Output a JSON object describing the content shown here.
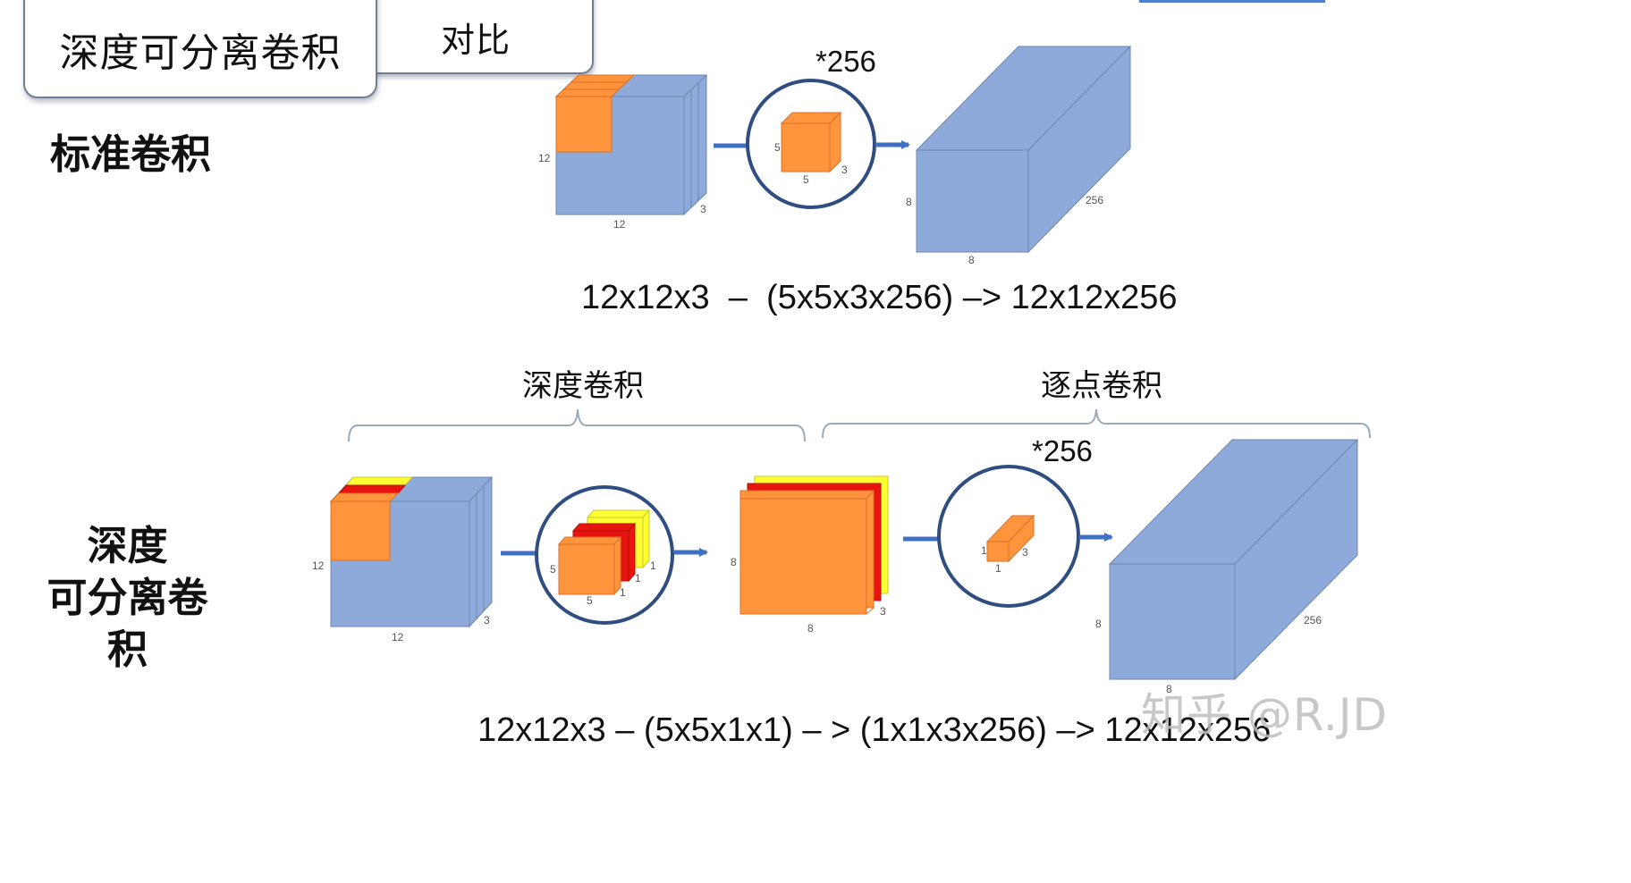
{
  "tabs": {
    "active": "深度可分离卷积",
    "compare": "对比"
  },
  "standard": {
    "label": "标准卷积",
    "multiplier": "*256",
    "formula": "12x12x3  –  (5x5x3x256) –> 12x12x256",
    "input_dims": {
      "height": "12",
      "width": "12",
      "depth": "3"
    },
    "kernel_dims": {
      "height": "5",
      "width": "5",
      "depth": "3"
    },
    "output_dims": {
      "height": "8",
      "width": "8",
      "depth": "256"
    }
  },
  "separable": {
    "label_line1": "深度",
    "label_line2": "可分离卷积",
    "depthwise_label": "深度卷积",
    "pointwise_label": "逐点卷积",
    "multiplier": "*256",
    "formula": "12x12x3 – (5x5x1x1) – > (1x1x3x256) –> 12x12x256",
    "input_dims": {
      "height": "12",
      "width": "12",
      "depth": "3"
    },
    "dw_kernel_dims": {
      "height": "5",
      "width": "5",
      "depth": "1",
      "count": "1",
      "count2": "1"
    },
    "intermediate_dims": {
      "height": "8",
      "width": "8",
      "depth": "3"
    },
    "pw_kernel_dims": {
      "height": "1",
      "width": "1",
      "depth": "3"
    },
    "output_dims": {
      "height": "8",
      "width": "8",
      "depth": "256"
    }
  },
  "watermark": "知乎 @R.JD",
  "colors": {
    "blue": "#8eaadb",
    "orange": "#fe943b",
    "red": "#e8140f",
    "yellow": "#fefe33",
    "circle": "#2f4d80",
    "arrow": "#3e71c4",
    "brace": "#9aa9bd"
  }
}
